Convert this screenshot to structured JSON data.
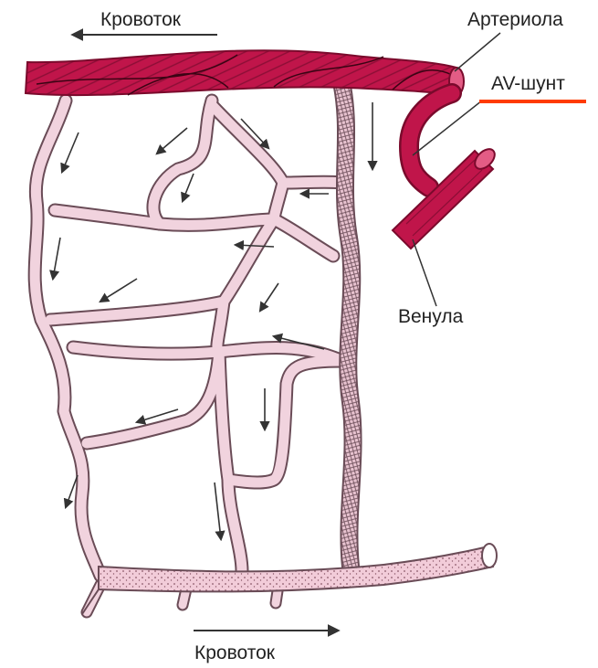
{
  "labels": {
    "flow_top": "Кровоток",
    "flow_bottom": "Кровоток",
    "arteriole": "Артериола",
    "av_shunt": "AV-шунт",
    "venule": "Венула"
  },
  "colors": {
    "arteriole_fill": "#c0154a",
    "arteriole_dark": "#7a0a2c",
    "capillary_fill": "#f1d3de",
    "capillary_stroke": "#6a4c57",
    "venule_fill": "#f0c8d6",
    "shunt_underline": "#ff3b00",
    "arrow": "#333333"
  }
}
